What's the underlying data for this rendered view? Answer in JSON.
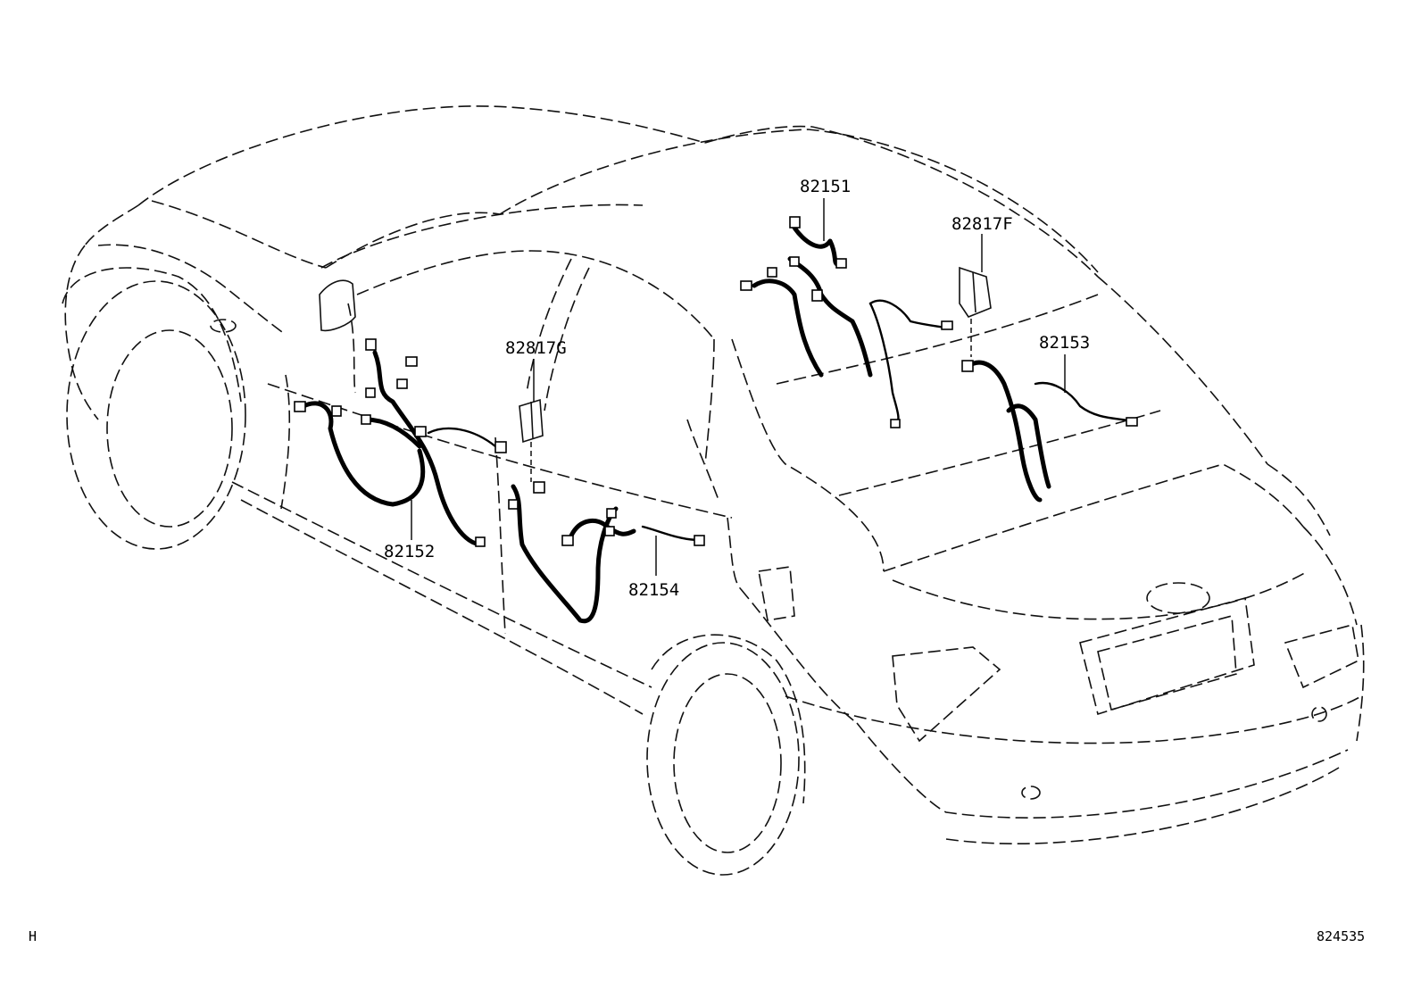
{
  "diagram": {
    "part_labels": [
      {
        "id": "82151",
        "text": "82151"
      },
      {
        "id": "82817F",
        "text": "82817F"
      },
      {
        "id": "82817G",
        "text": "82817G"
      },
      {
        "id": "82153",
        "text": "82153"
      },
      {
        "id": "82152",
        "text": "82152"
      },
      {
        "id": "82154",
        "text": "82154"
      }
    ],
    "corner_left": "H",
    "corner_right": "824535"
  }
}
